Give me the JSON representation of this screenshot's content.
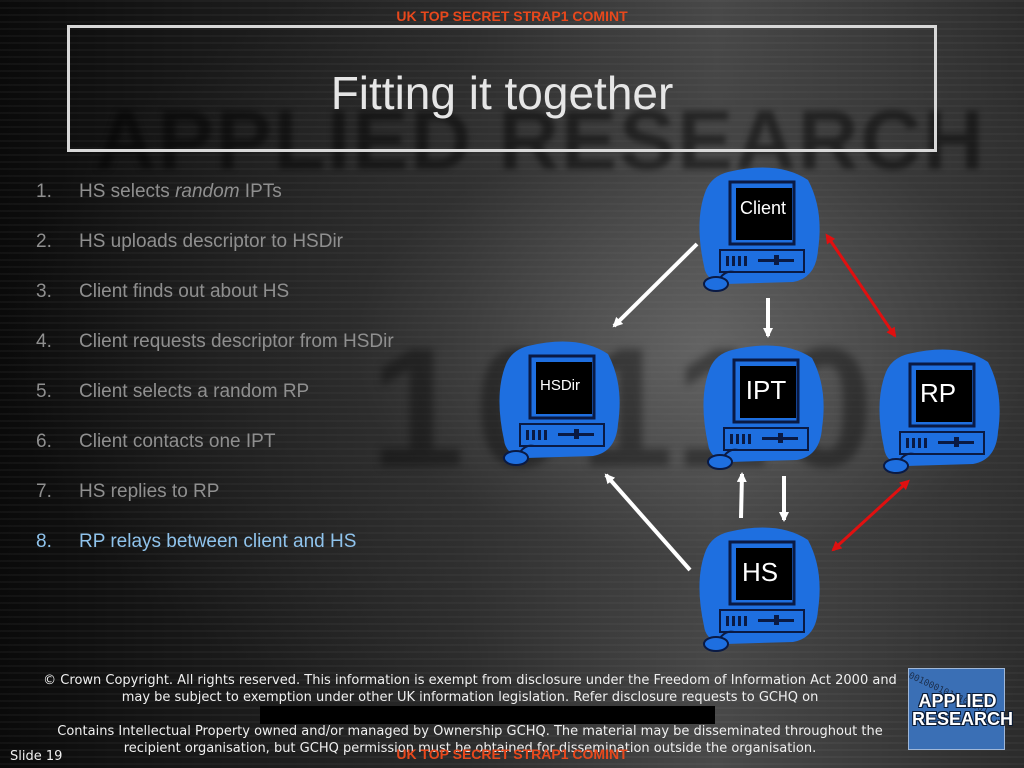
{
  "classification": {
    "top": "UK  TOP SECRET STRAP1 COMINT",
    "bottom": "UK  TOP SECRET STRAP1 COMINT"
  },
  "slide": {
    "title": "Fitting it together",
    "number_label": "Slide 19"
  },
  "steps": [
    {
      "num": "1.",
      "pre": "HS selects ",
      "em": "random",
      "post": " IPTs"
    },
    {
      "num": "2.",
      "pre": "HS uploads descriptor to HSDir",
      "em": "",
      "post": ""
    },
    {
      "num": "3.",
      "pre": "Client finds out about HS",
      "em": "",
      "post": ""
    },
    {
      "num": "4.",
      "pre": "Client requests descriptor from HSDir",
      "em": "",
      "post": ""
    },
    {
      "num": "5.",
      "pre": "Client selects a random RP",
      "em": "",
      "post": ""
    },
    {
      "num": "6.",
      "pre": "Client contacts one IPT",
      "em": "",
      "post": ""
    },
    {
      "num": "7.",
      "pre": "HS replies to RP",
      "em": "",
      "post": ""
    },
    {
      "num": "8.",
      "pre": "RP relays between client and HS",
      "em": "",
      "post": ""
    }
  ],
  "active_step": 8,
  "nodes": {
    "client": "Client",
    "hsdir": "HSDir",
    "ipt": "IPT",
    "rp": "RP",
    "hs": "HS"
  },
  "footer": {
    "copyright": "© Crown Copyright. All rights reserved. This information is exempt from disclosure under the Freedom of Information Act 2000 and may be subject to exemption under other UK information legislation. Refer disclosure requests to GCHQ on",
    "ip_notice": "Contains Intellectual Property owned and/or managed by Ownership GCHQ. The material may be disseminated throughout the recipient organisation, but GCHQ permission must be obtained for dissemination outside the organisation."
  },
  "logo": {
    "line1": "APPLIED",
    "line2": "RESEARCH",
    "bits": "0010001011101001"
  },
  "background_text": {
    "heading": "APPLIED RESEARCH",
    "digits": "10110"
  },
  "colors": {
    "classification": "#e8481c",
    "computer_blue": "#1e6fe0",
    "active_step": "#8fc3ec",
    "relay_arrow": "#e01010"
  }
}
